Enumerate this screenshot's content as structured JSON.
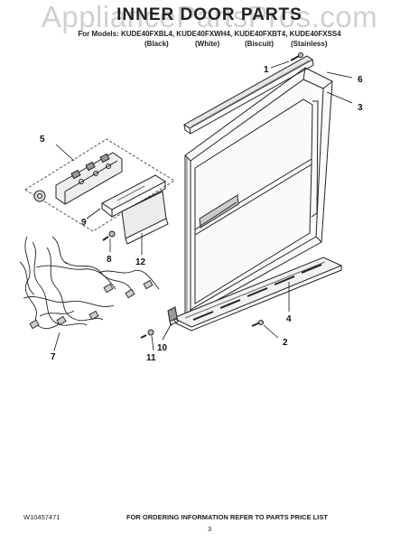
{
  "header": {
    "watermark": "AppliancePartsPros.com",
    "title": "INNER DOOR PARTS",
    "models_line": "For Models: KUDE40FXBL4, KUDE40FXWH4, KUDE40FXBT4, KUDE40FXSS4",
    "colors": [
      "(Black)",
      "(White)",
      "(Biscuit)",
      "(Stainless)"
    ]
  },
  "callouts": [
    "1",
    "2",
    "3",
    "4",
    "5",
    "6",
    "7",
    "8",
    "9",
    "10",
    "11",
    "12"
  ],
  "footer": {
    "part_number": "W10457471",
    "note": "FOR ORDERING INFORMATION REFER TO PARTS PRICE LIST",
    "page": "3"
  }
}
